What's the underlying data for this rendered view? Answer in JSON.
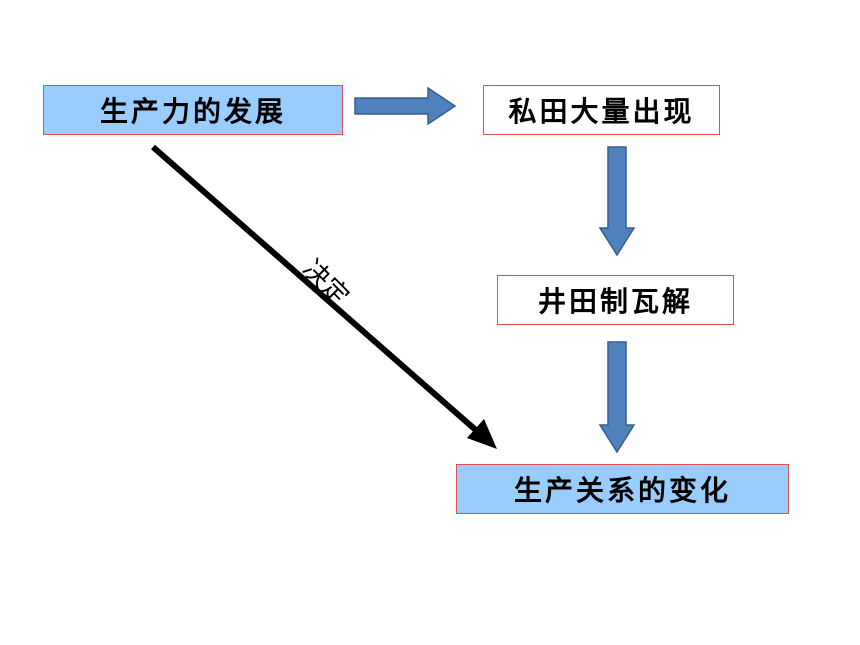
{
  "nodes": {
    "productive_forces": "生产力的发展",
    "private_fields": "私田大量出现",
    "well_field_collapse": "井田制瓦解",
    "relations_change": "生产关系的变化"
  },
  "edges": {
    "decide_label": "决定"
  },
  "colors": {
    "box_fill_blue": "#99ccff",
    "box_border": "#d9534f",
    "arrow_fill": "#4f81bd",
    "arrow_stroke": "#385d8a",
    "decide_arrow": "#000000"
  }
}
